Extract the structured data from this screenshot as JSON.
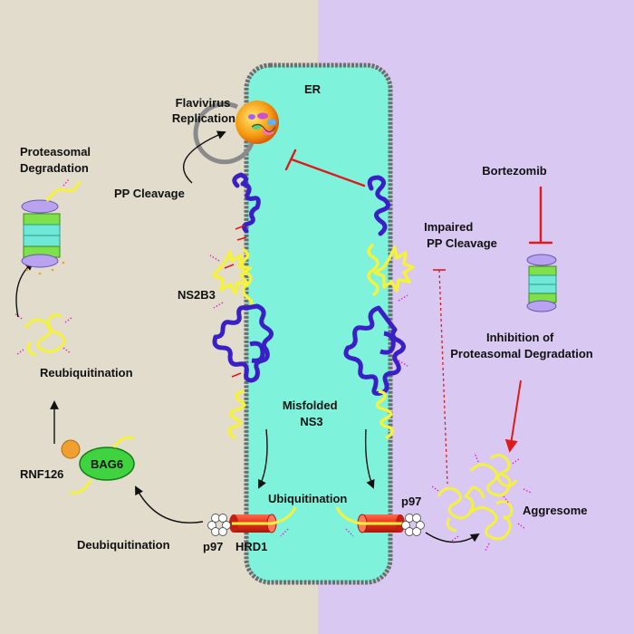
{
  "colors": {
    "left_bg": "#e2dccd",
    "right_bg": "#d9c9f2",
    "er_fill": "#7ff2dc",
    "er_border": "#6d6d6d",
    "protein_blue": "#3a1fc7",
    "protein_yellow": "#f5f23b",
    "inhibit_red": "#e01a1a",
    "hrd1_red": "#e8301c",
    "bag6_green": "#3fd43f",
    "rnf126_orange": "#f0a030",
    "proteasome_green": "#7ee04a",
    "proteasome_teal": "#6fe8d8",
    "proteasome_lilac": "#b9a3f0",
    "ub_magenta": "#e020c8"
  },
  "labels": {
    "er": "ER",
    "flavivirus": [
      "Flavivirus",
      "Replication"
    ],
    "proteasomal_degradation": [
      "Proteasomal",
      "Degradation"
    ],
    "pp_cleavage": "PP Cleavage",
    "ns2b3": "NS2B3",
    "reubiquitination": "Reubiquitination",
    "rnf126": "RNF126",
    "bag6": "BAG6",
    "deubiquitination": "Deubiquitination",
    "p97_left": "p97",
    "hrd1": "HRD1",
    "misfolded": [
      "Misfolded",
      "NS3"
    ],
    "ubiquitination": "Ubiquitination",
    "p97_right": "p97",
    "bortezomib": "Bortezomib",
    "impaired": [
      "Impaired",
      "PP Cleavage"
    ],
    "inhibition": [
      "Inhibition of",
      "Proteasomal Degradation"
    ],
    "aggresome": "Aggresome"
  }
}
